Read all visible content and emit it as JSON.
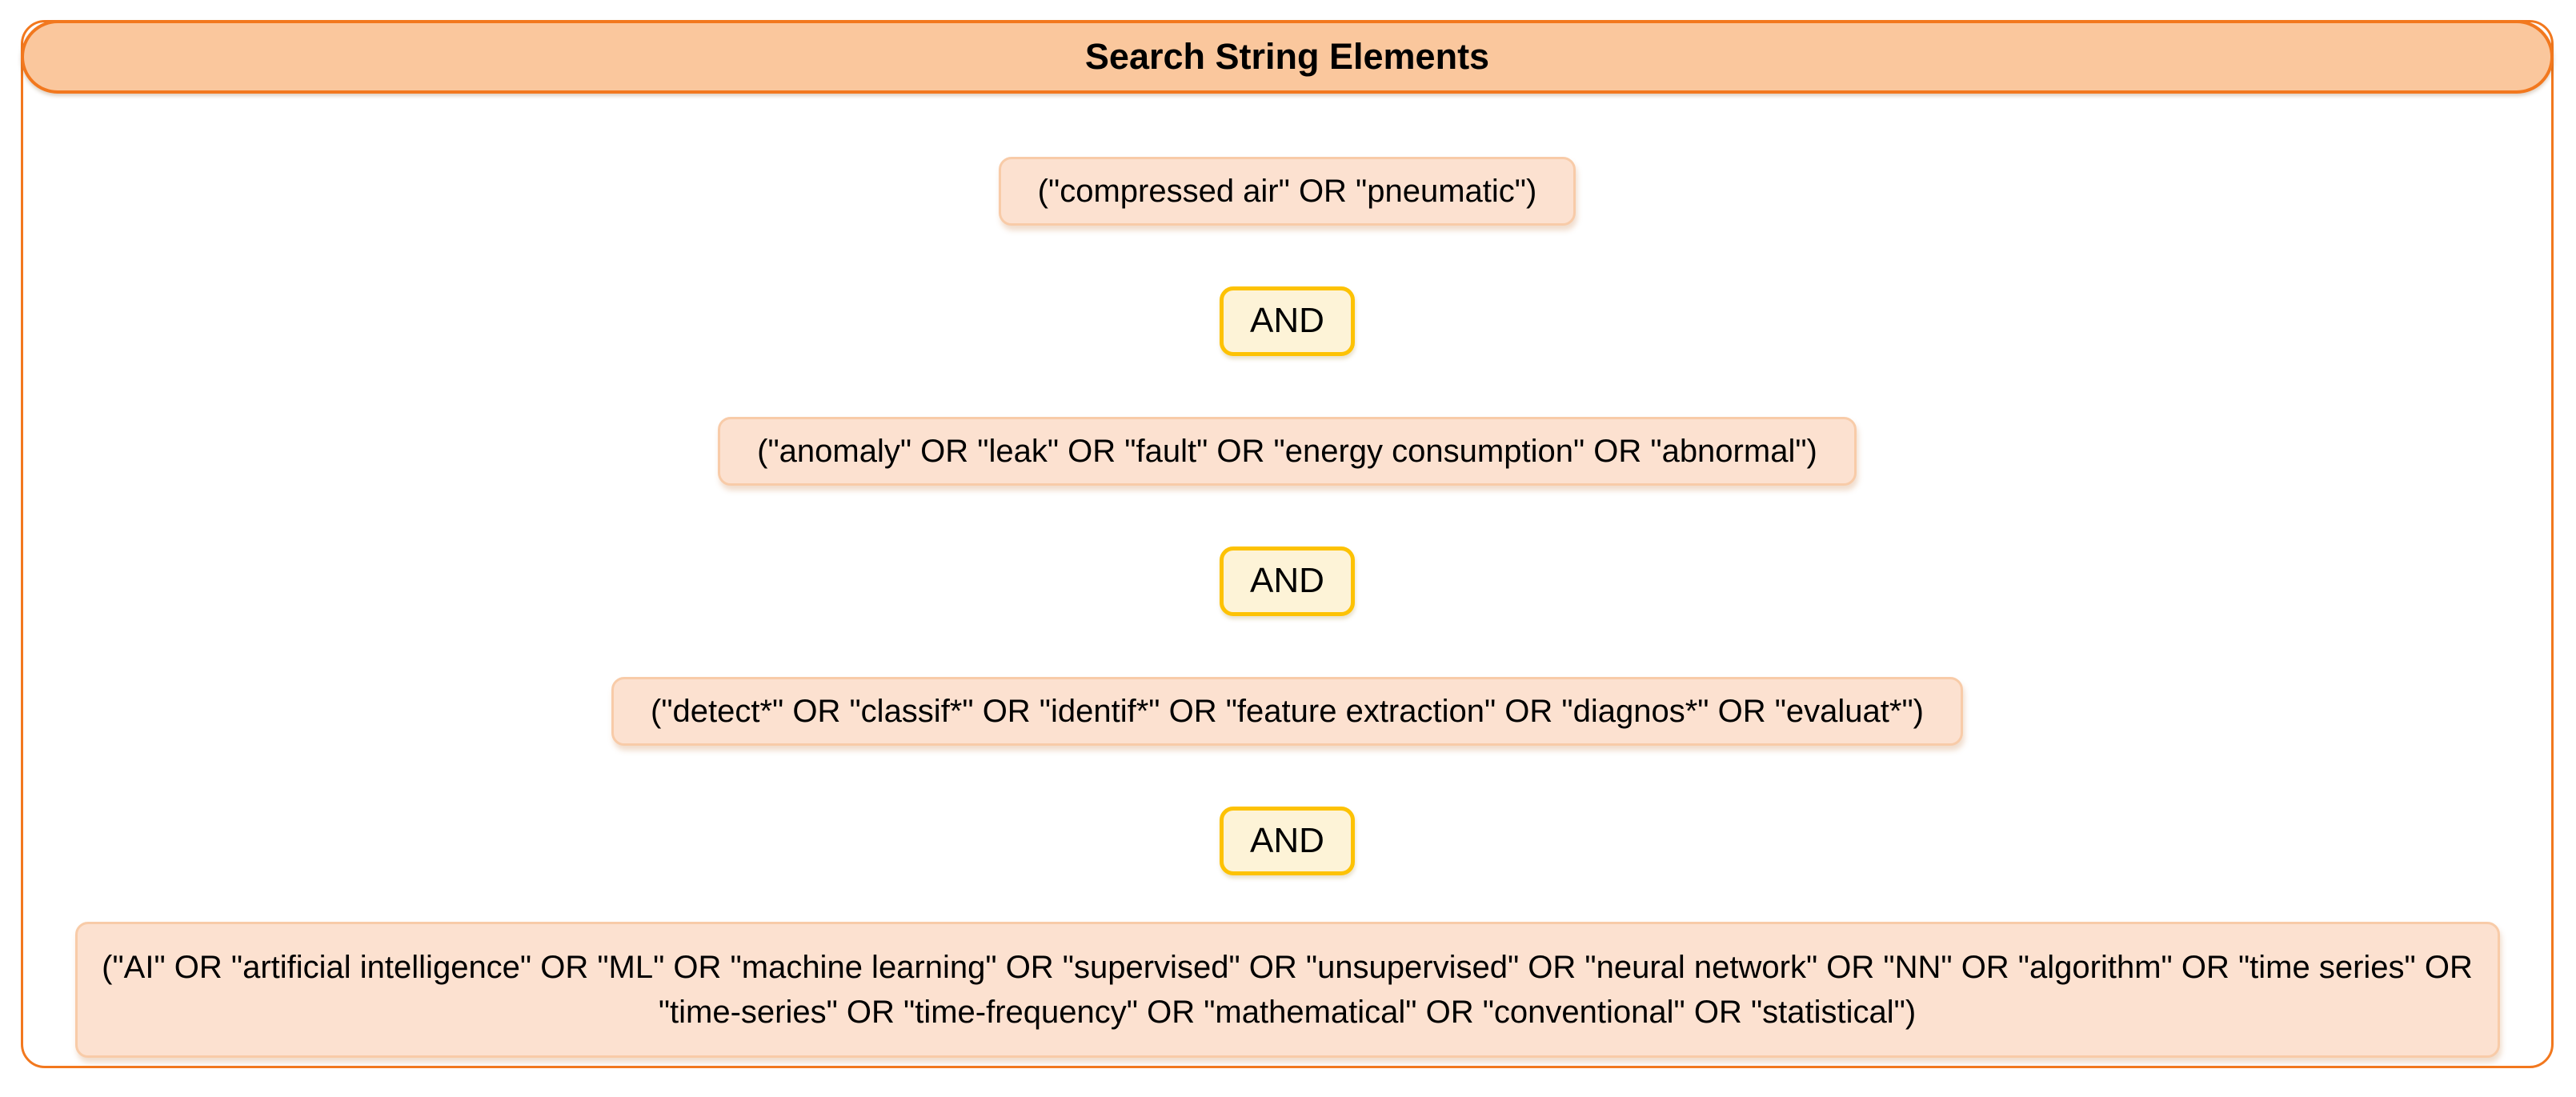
{
  "figure": {
    "title": "Search String Elements",
    "operator_label": "AND",
    "groups": [
      "(\"compressed air\" OR \"pneumatic\")",
      "(\"anomaly\" OR \"leak\" OR \"fault\" OR \"energy consumption\" OR \"abnormal\")",
      "(\"detect*\" OR \"classif*\" OR \"identif*\" OR \"feature extraction\" OR \"diagnos*\" OR \"evaluat*\")",
      "(\"AI\" OR \"artificial intelligence\" OR \"ML\" OR \"machine learning\" OR \"supervised\" OR \"unsupervised\" OR \"neural network\" OR \"NN\" OR \"algorithm\" OR \"time series\" OR \"time-series\" OR \"time-frequency\" OR \"mathematical\" OR \"conventional\" OR \"statistical\")"
    ],
    "colors": {
      "frame_border": "#F2781E",
      "header_fill": "#FAC79D",
      "term_fill": "#FCE1D0",
      "term_border": "#F8CBA8",
      "operator_fill": "#FDF3D7",
      "operator_border": "#FDC204",
      "text": "#000000"
    }
  }
}
